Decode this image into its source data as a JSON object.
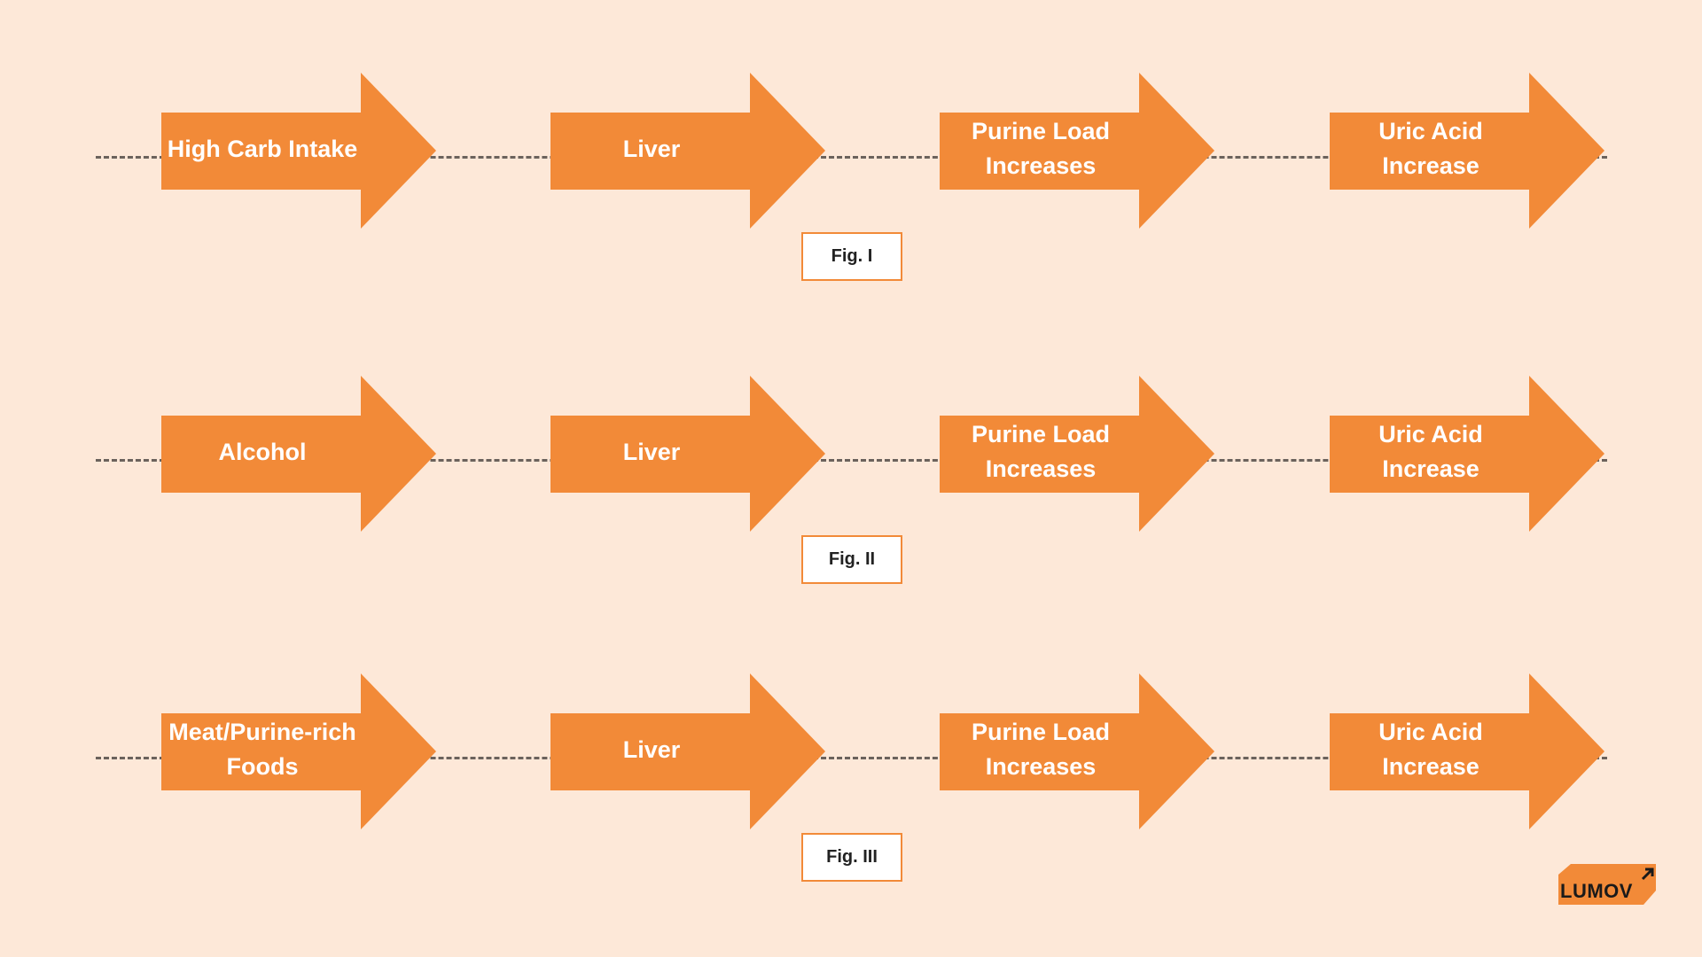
{
  "colors": {
    "background": "#fde8d8",
    "arrow": "#f28a38",
    "dash": "#6b625c"
  },
  "rows": [
    {
      "steps": [
        "High Carb Intake",
        "Liver",
        "Purine Load Increases",
        "Uric Acid Increase"
      ],
      "fig": "Fig. I"
    },
    {
      "steps": [
        "Alcohol",
        "Liver",
        "Purine Load Increases",
        "Uric Acid Increase"
      ],
      "fig": "Fig. II"
    },
    {
      "steps": [
        "Meat/Purine-rich Foods",
        "Liver",
        "Purine Load Increases",
        "Uric Acid Increase"
      ],
      "fig": "Fig. III"
    }
  ],
  "logo": {
    "text": "LUMOV",
    "icon": "arrow-up-right-icon"
  }
}
